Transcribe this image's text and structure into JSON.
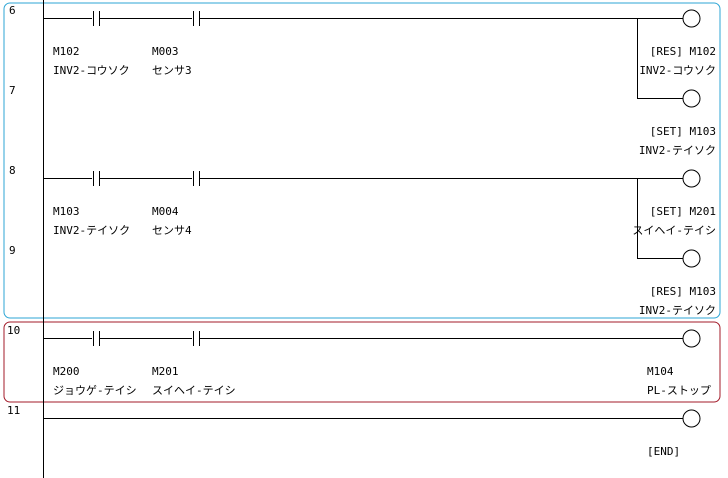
{
  "rung_numbers": [
    "6",
    "7",
    "8",
    "9",
    "10",
    "11"
  ],
  "colors": {
    "highlight_blue": "#2ea6d6",
    "highlight_red": "#a31b2a",
    "wire": "#000000"
  },
  "rungs": [
    {
      "contacts": [
        {
          "device": "M102",
          "comment": "INV2-コウソク"
        },
        {
          "device": "M003",
          "comment": "センサ3"
        }
      ],
      "coils": [
        {
          "device": "[RES] M102",
          "comment": "INV2-コウソク"
        },
        {
          "device": "[SET] M103",
          "comment": "INV2-テイソク"
        }
      ]
    },
    {
      "contacts": [
        {
          "device": "M103",
          "comment": "INV2-テイソク"
        },
        {
          "device": "M004",
          "comment": "センサ4"
        }
      ],
      "coils": [
        {
          "device": "[SET] M201",
          "comment": "スイヘイ-テイシ"
        },
        {
          "device": "[RES] M103",
          "comment": "INV2-テイソク"
        }
      ]
    },
    {
      "contacts": [
        {
          "device": "M200",
          "comment": "ジョウゲ-テイシ"
        },
        {
          "device": "M201",
          "comment": "スイヘイ-テイシ"
        }
      ],
      "coils": [
        {
          "device": "M104",
          "comment": "PL-ストップ"
        }
      ]
    },
    {
      "contacts": [],
      "coils": [
        {
          "device": "[END]",
          "comment": ""
        }
      ]
    }
  ]
}
